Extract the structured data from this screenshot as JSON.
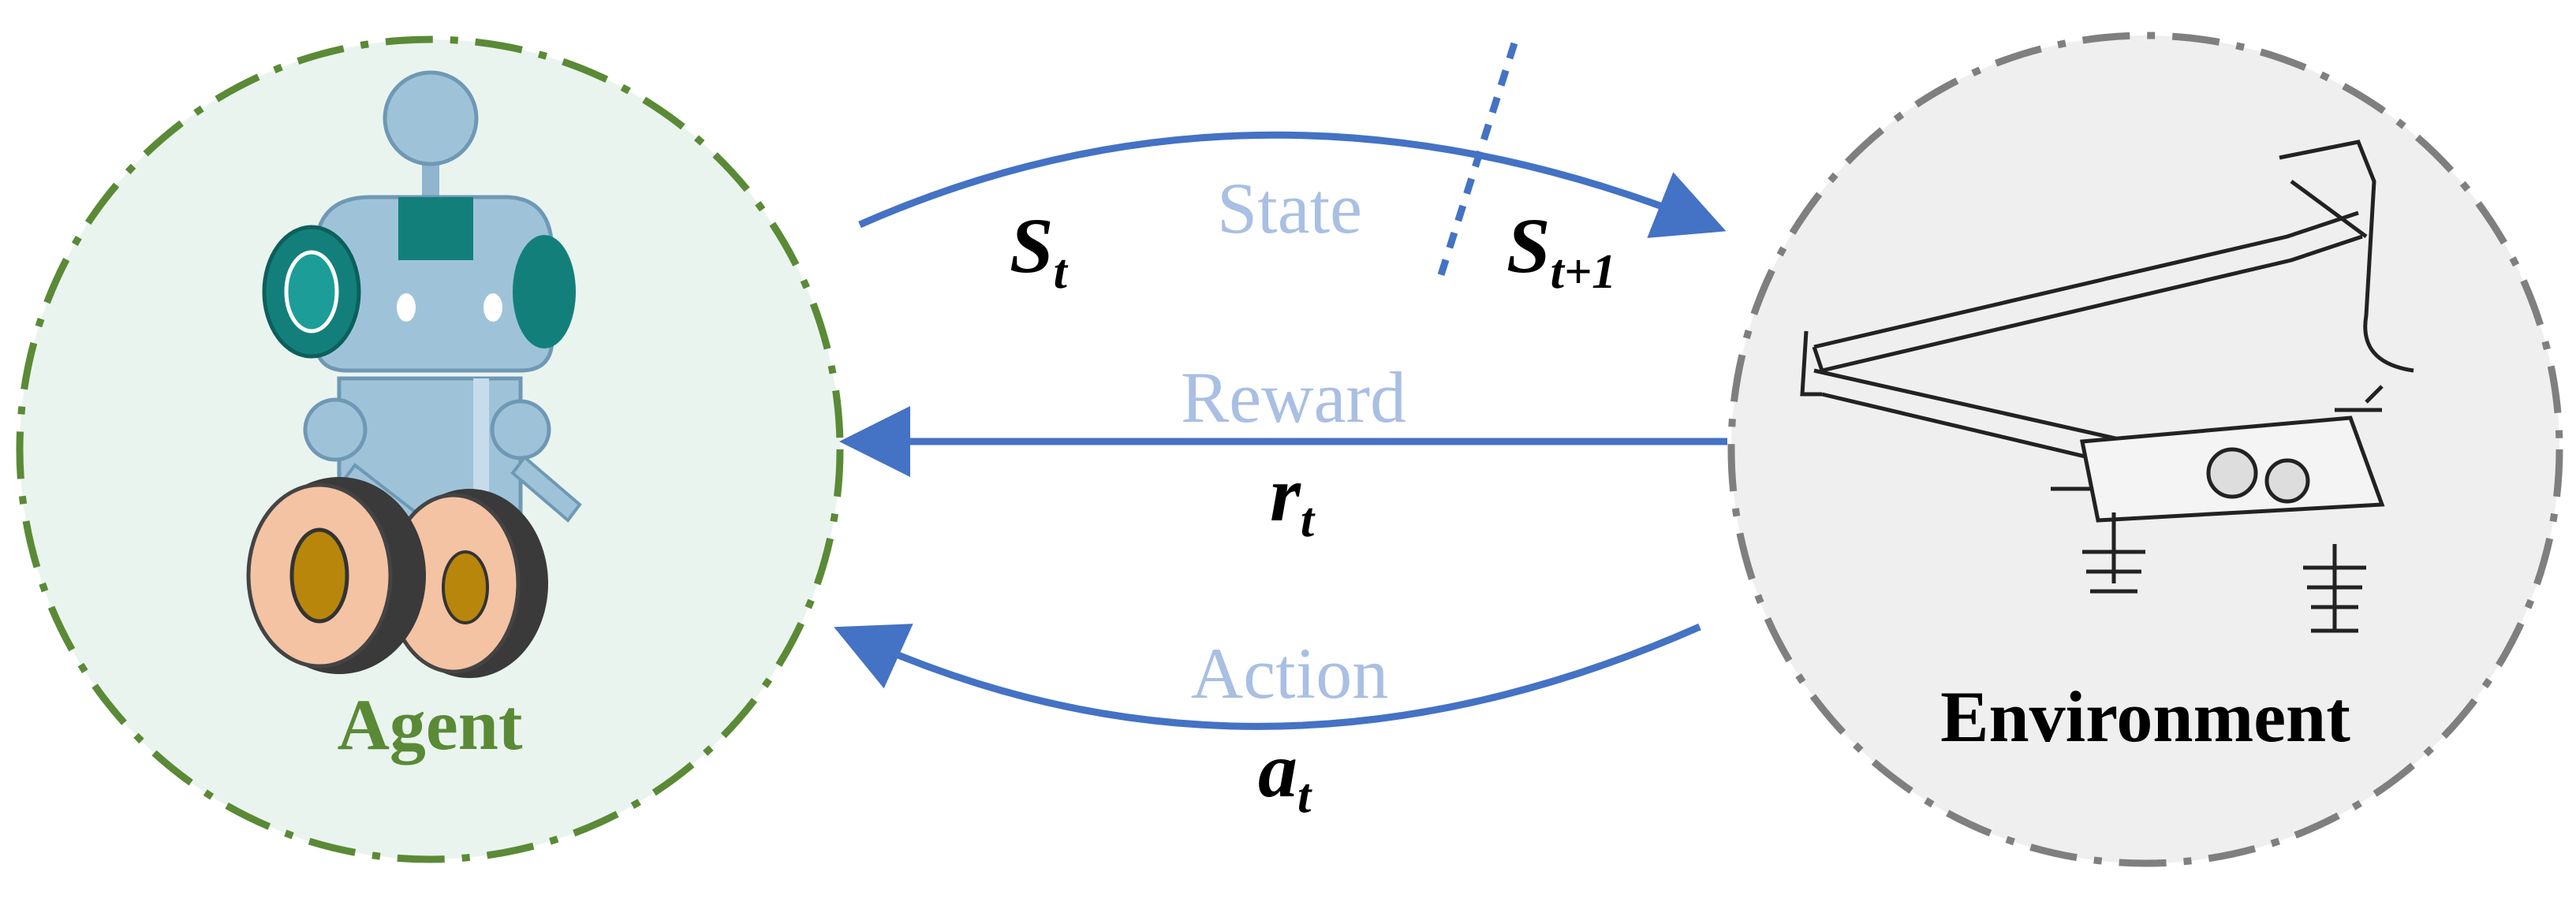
{
  "agent": {
    "label": "Agent"
  },
  "environment": {
    "label": "Environment"
  },
  "state": {
    "word": "State",
    "var": "S",
    "sub": "t",
    "var_next": "S",
    "sub_next": "t+1"
  },
  "reward": {
    "word": "Reward",
    "var": "r",
    "sub": "t"
  },
  "action": {
    "word": "Action",
    "var": "a",
    "sub": "t"
  },
  "colors": {
    "arrow": "#4472c4",
    "label_light": "#a9bfe3",
    "agent_green": "#5a8a36",
    "agent_fill": "#eaf4ef",
    "env_fill": "#efefef",
    "env_border": "#7f7f7f"
  }
}
